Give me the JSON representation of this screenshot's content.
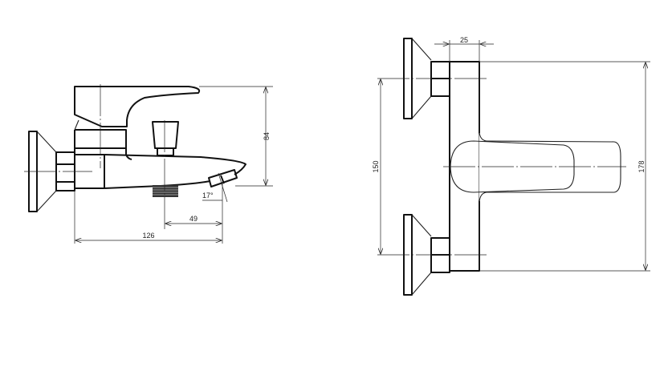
{
  "drawing": {
    "side_view": {
      "dim_height": "84",
      "dim_spout_offset": "49",
      "dim_length": "126",
      "dim_angle": "17°"
    },
    "front_view": {
      "dim_depth": "25",
      "dim_centres": "150",
      "dim_height": "178"
    },
    "line_color": "#111111"
  }
}
